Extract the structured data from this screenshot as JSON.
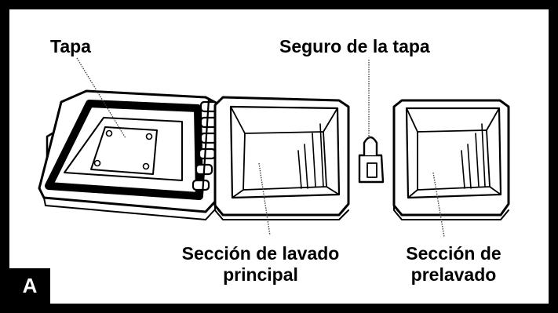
{
  "labels": {
    "lid": "Tapa",
    "lid_latch": "Seguro de la tapa",
    "main_wash_line1": "Sección de lavado",
    "main_wash_line2": "principal",
    "prewash_line1": "Sección de",
    "prewash_line2": "prelavado"
  },
  "figure_letter": "A"
}
